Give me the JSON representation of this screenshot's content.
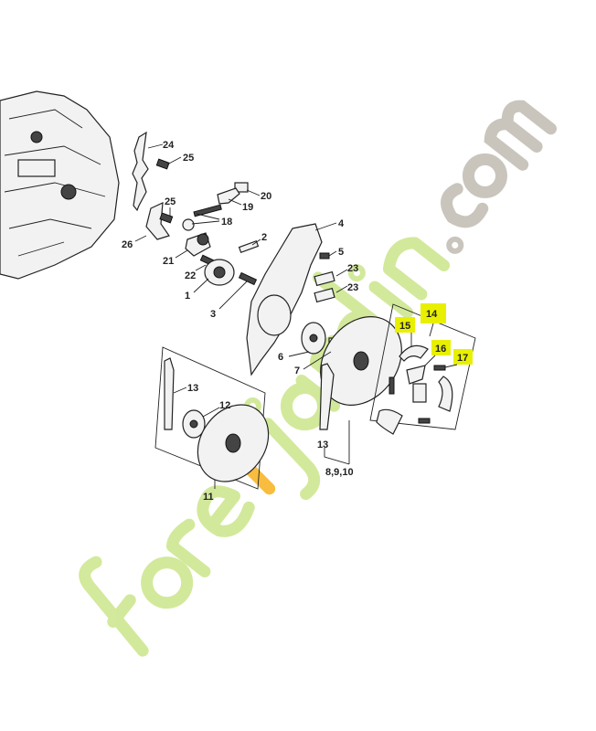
{
  "watermark": {
    "text_main": "foretjardin",
    "text_accent": "t",
    "text_suffix": ".com",
    "color_green": "#c4e27a",
    "color_orange": "#f6a800",
    "color_gray": "#b7b2a6"
  },
  "highlight_color": "#e8f000",
  "callouts": [
    {
      "id": "24",
      "text": "24"
    },
    {
      "id": "25a",
      "text": "25"
    },
    {
      "id": "20",
      "text": "20"
    },
    {
      "id": "19",
      "text": "19"
    },
    {
      "id": "25b",
      "text": "25"
    },
    {
      "id": "18",
      "text": "18"
    },
    {
      "id": "26",
      "text": "26"
    },
    {
      "id": "21",
      "text": "21"
    },
    {
      "id": "2",
      "text": "2"
    },
    {
      "id": "4",
      "text": "4"
    },
    {
      "id": "5",
      "text": "5"
    },
    {
      "id": "22",
      "text": "22"
    },
    {
      "id": "23a",
      "text": "23"
    },
    {
      "id": "23b",
      "text": "23"
    },
    {
      "id": "1",
      "text": "1"
    },
    {
      "id": "3",
      "text": "3"
    },
    {
      "id": "14",
      "text": "14",
      "highlighted": true
    },
    {
      "id": "15",
      "text": "15",
      "highlighted": true
    },
    {
      "id": "16",
      "text": "16",
      "highlighted": true
    },
    {
      "id": "17",
      "text": "17",
      "highlighted": true
    },
    {
      "id": "6",
      "text": "6"
    },
    {
      "id": "7",
      "text": "7"
    },
    {
      "id": "13a",
      "text": "13"
    },
    {
      "id": "12",
      "text": "12"
    },
    {
      "id": "13b",
      "text": "13"
    },
    {
      "id": "8910",
      "text": "8,9,10"
    },
    {
      "id": "11",
      "text": "11"
    }
  ]
}
